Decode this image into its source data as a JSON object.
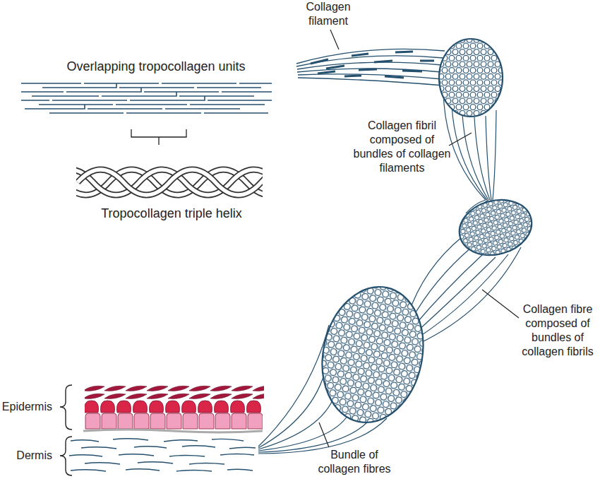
{
  "diagram": {
    "labels": [
      "Collagen filament",
      "Overlapping tropocollagen units",
      "Tropocollagen triple helix",
      "Collagen fibril composed of bundles of collagen filaments",
      "Collagen fibre composed of bundles of collagen fibrils",
      "Bundle of collagen fibres",
      "Epidermis",
      "Dermis"
    ]
  }
}
